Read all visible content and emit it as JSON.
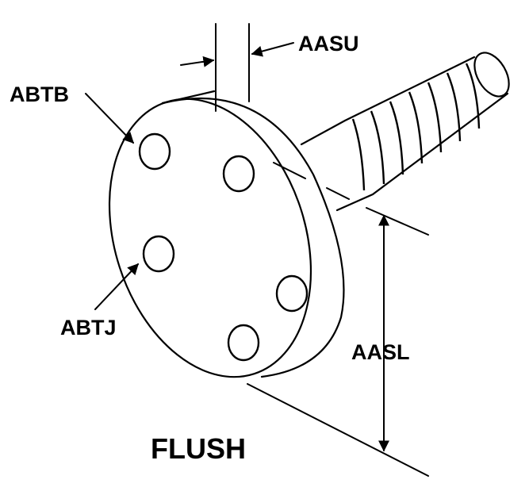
{
  "diagram": {
    "title": "FLUSH",
    "labels": {
      "aasu": "AASU",
      "abtb": "ABTB",
      "abtj": "ABTJ",
      "aasl": "AASL"
    },
    "colors": {
      "line": "#000000",
      "background": "#ffffff"
    }
  }
}
